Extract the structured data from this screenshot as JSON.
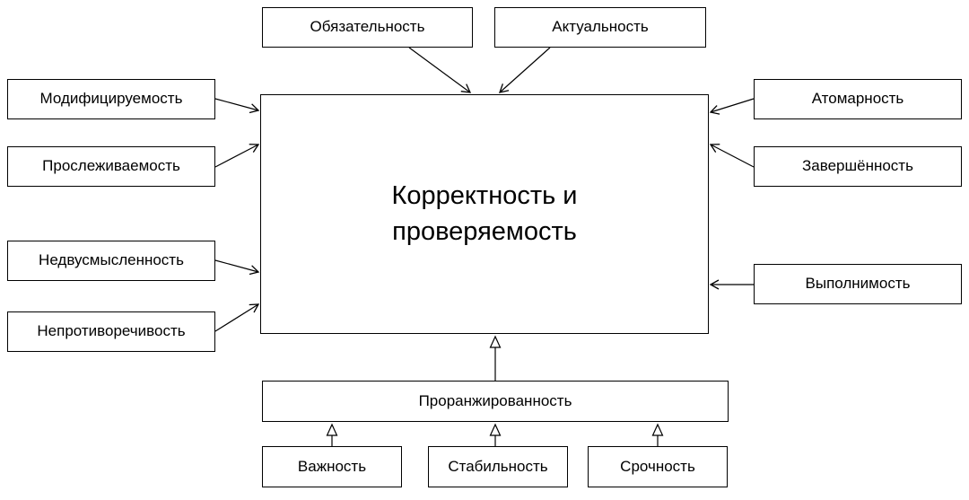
{
  "diagram": {
    "center": "Корректность и проверяемость",
    "top": [
      "Обязательность",
      "Актуальность"
    ],
    "left": [
      "Модифицируемость",
      "Прослеживаемость",
      "Недвусмысленность",
      "Непротиворечивость"
    ],
    "right": [
      "Атомарность",
      "Завершённость",
      "Выполнимость"
    ],
    "bottom_parent": "Проранжированность",
    "bottom_children": [
      "Важность",
      "Стабильность",
      "Срочность"
    ],
    "colors": {
      "line": "#000000",
      "box_border": "#000000",
      "background": "#ffffff"
    }
  }
}
